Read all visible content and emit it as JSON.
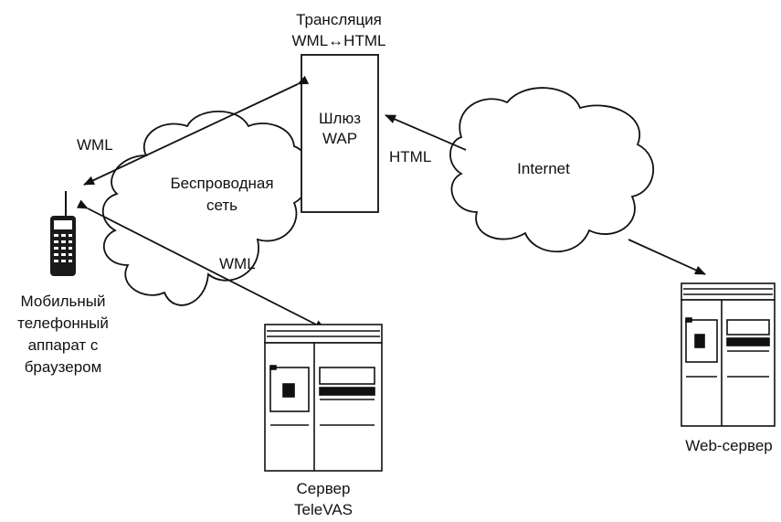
{
  "labels": {
    "translation_line1": "Трансляция",
    "translation_line2": "WML↔HTML",
    "gateway_line1": "Шлюз",
    "gateway_line2": "WAP",
    "wireless_line1": "Беспроводная",
    "wireless_line2": "сеть",
    "internet": "Internet",
    "wml_upper": "WML",
    "wml_lower": "WML",
    "html": "HTML",
    "mobile_line1": "Мобильный",
    "mobile_line2": "телефонный",
    "mobile_line3": "аппарат с",
    "mobile_line4": "браузером",
    "televas_line1": "Сервер",
    "televas_line2": "TeleVAS",
    "web_server": "Web-сервер"
  }
}
